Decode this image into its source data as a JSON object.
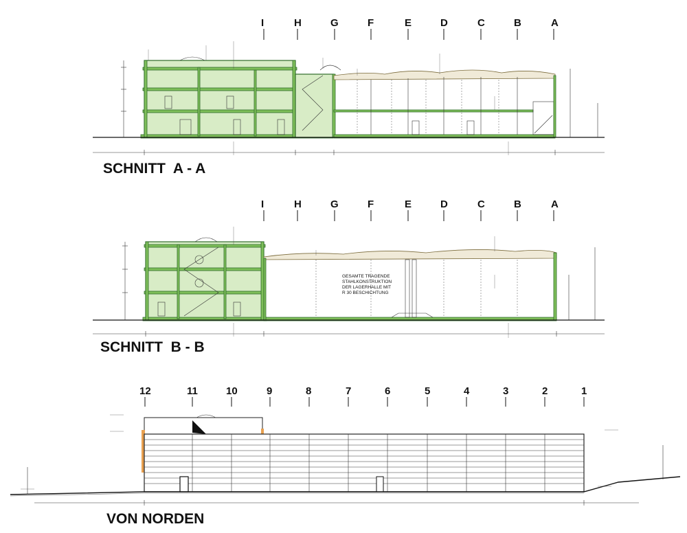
{
  "sections": [
    {
      "title": "SCHNITT  A - A",
      "axis_labels": [
        "I",
        "H",
        "G",
        "F",
        "E",
        "D",
        "C",
        "B",
        "A"
      ]
    },
    {
      "title": "SCHNITT  B - B",
      "axis_labels": [
        "I",
        "H",
        "G",
        "F",
        "E",
        "D",
        "C",
        "B",
        "A"
      ],
      "steel_note": [
        "GESAMTE TRAGENDE",
        "STAHLKONSTRUKTION",
        "DER LAGERHALLE MIT",
        "R 30 BESCHICHTUNG"
      ]
    }
  ],
  "elevation": {
    "title": "VON NORDEN",
    "axis_labels": [
      "12",
      "11",
      "10",
      "9",
      "8",
      "7",
      "6",
      "5",
      "4",
      "3",
      "2",
      "1"
    ]
  },
  "colors": {
    "structure_green": "#7fbf5a",
    "wall_fill": "#d8ecc6",
    "roof_beige": "#f0ead8",
    "facade_orange": "#e8a050"
  }
}
